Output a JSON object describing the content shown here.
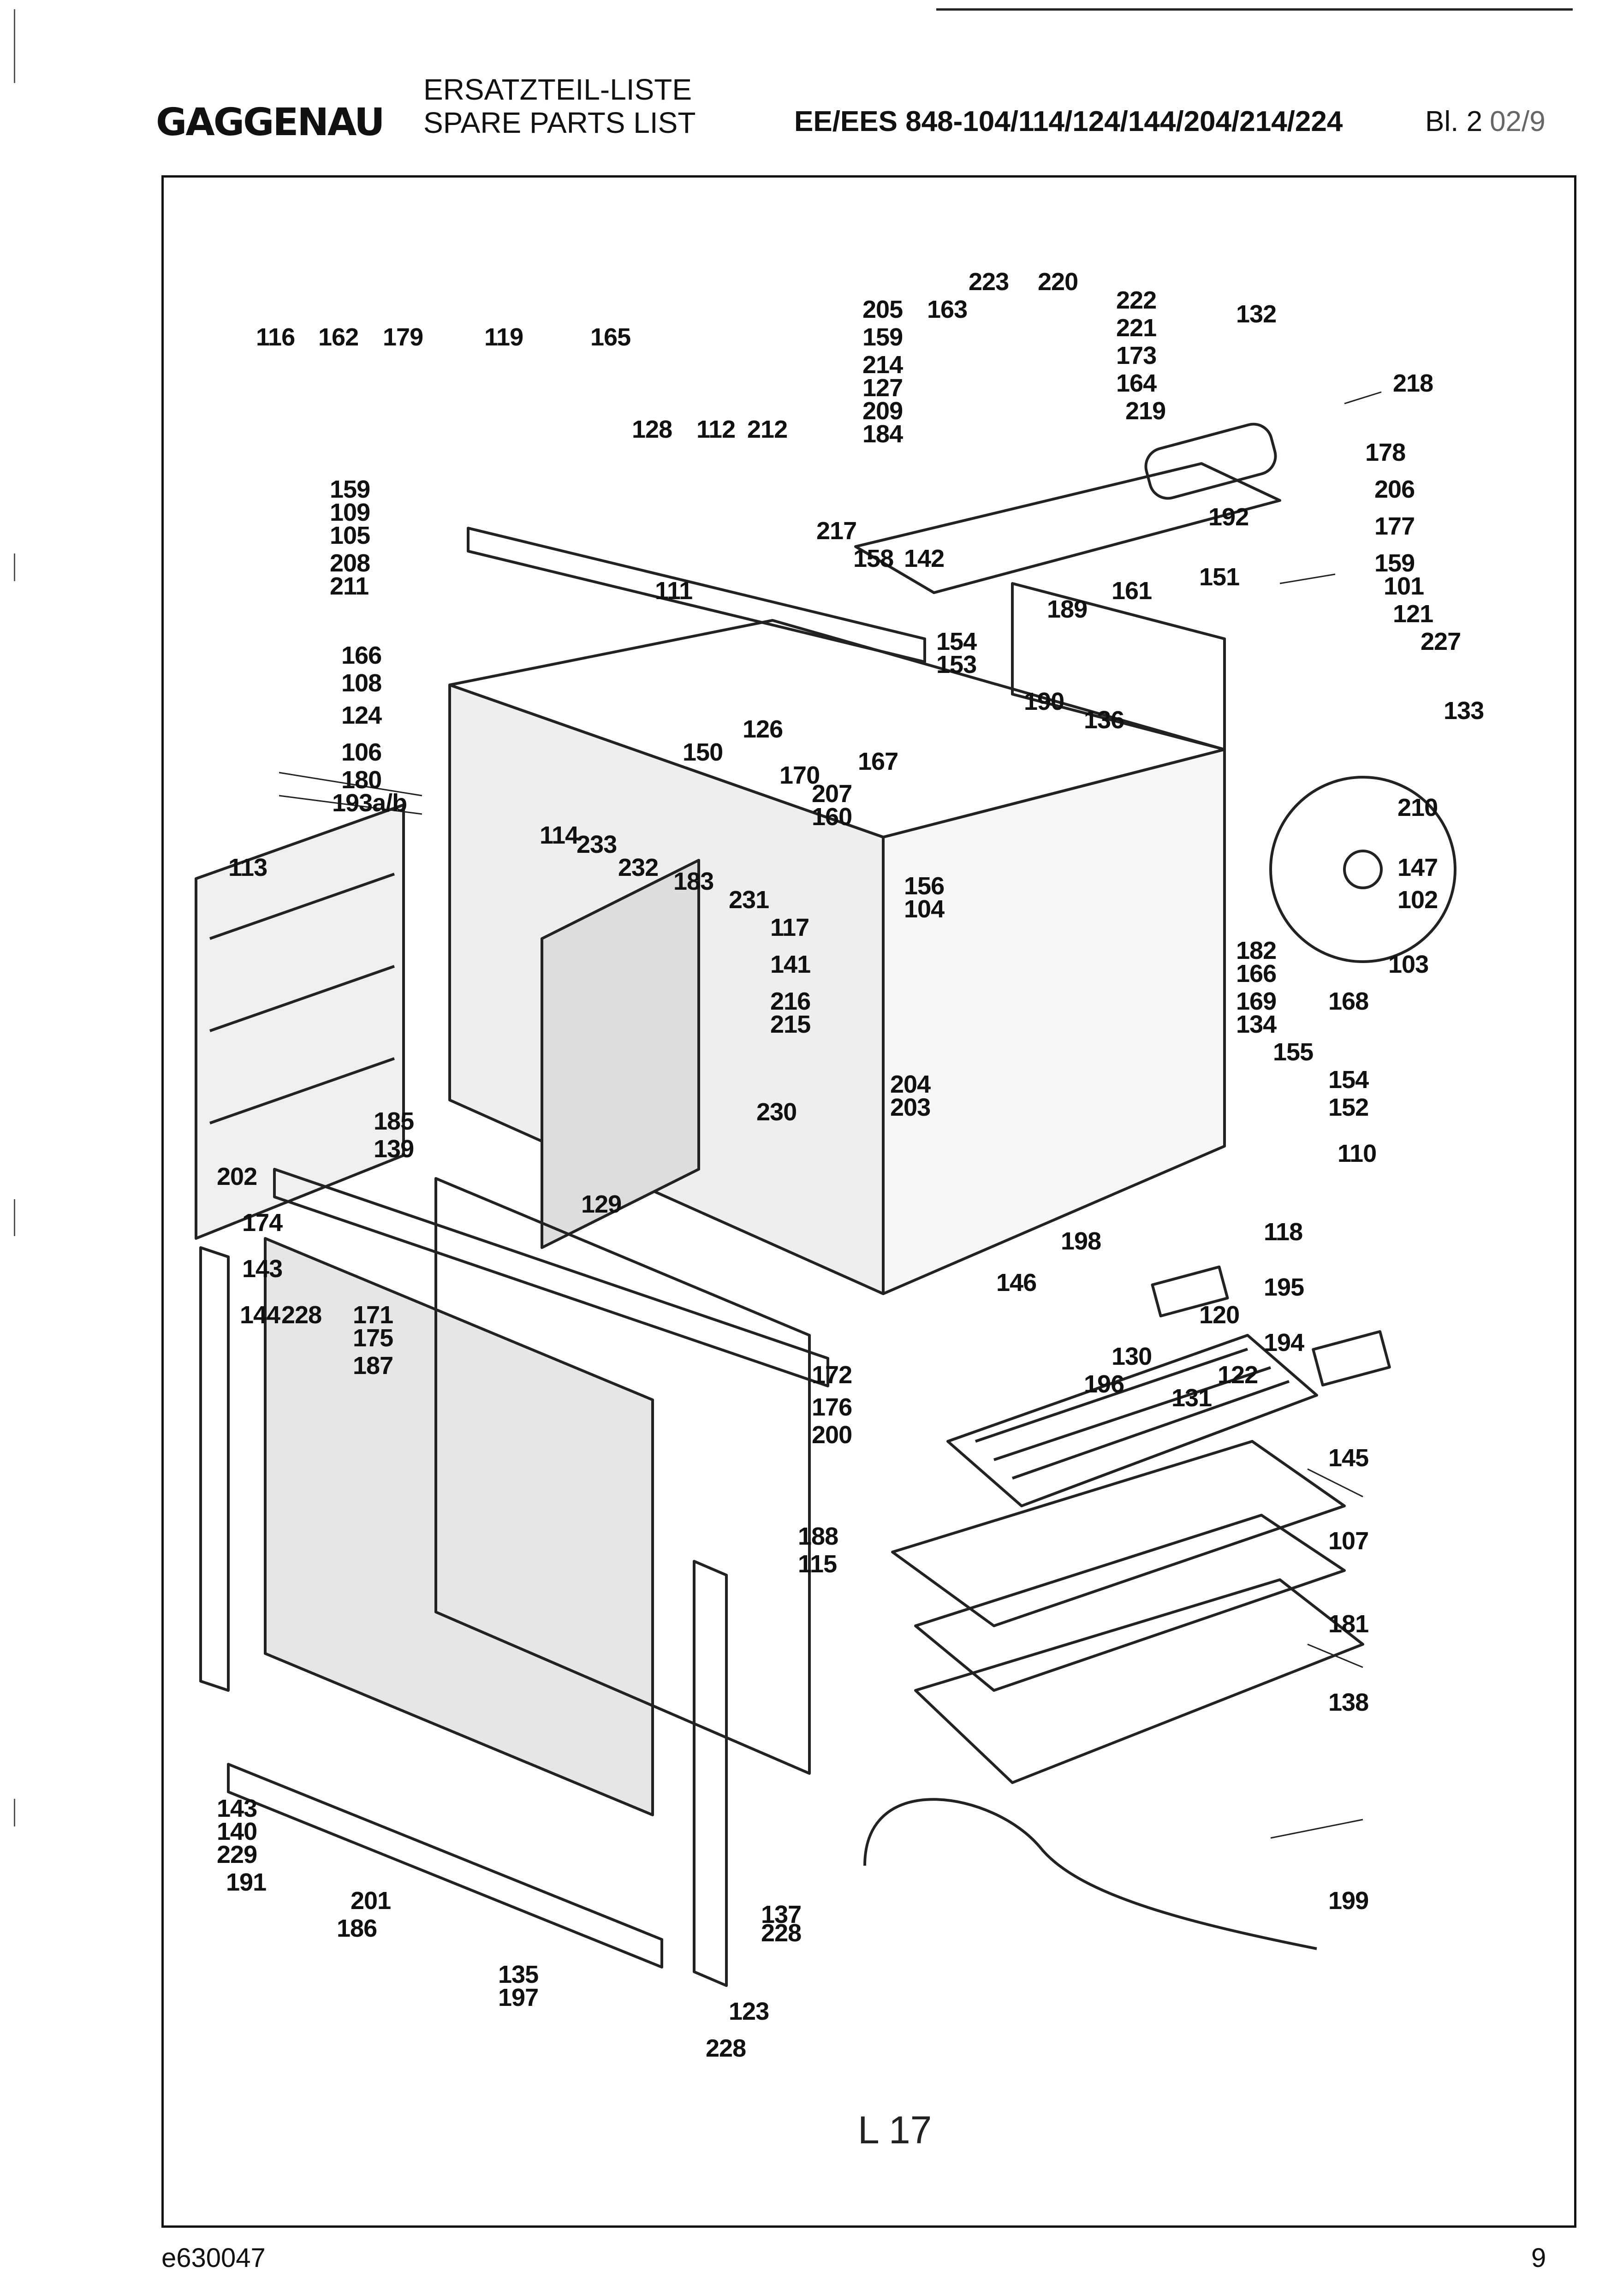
{
  "header": {
    "brand": "GAGGENAU",
    "doc_type_de": "ERSATZTEIL-LISTE",
    "doc_type_en": "SPARE PARTS LIST",
    "model": "EE/EES 848-104/114/124/144/204/214/224",
    "sheet": "Bl. 2",
    "date": "02/9"
  },
  "diagram": {
    "part_labels": [
      "116",
      "162",
      "179",
      "119",
      "165",
      "128",
      "112",
      "212",
      "205",
      "163",
      "159",
      "214",
      "127",
      "209",
      "184",
      "223",
      "220",
      "222",
      "221",
      "173",
      "164",
      "219",
      "132",
      "218",
      "178",
      "206",
      "177",
      "192",
      "159",
      "101",
      "121",
      "227",
      "133",
      "210",
      "147",
      "102",
      "103",
      "168",
      "182",
      "166",
      "169",
      "134",
      "155",
      "154",
      "152",
      "110",
      "118",
      "195",
      "120",
      "194",
      "130",
      "122",
      "196",
      "131",
      "145",
      "107",
      "181",
      "138",
      "199",
      "159",
      "109",
      "105",
      "208",
      "211",
      "111",
      "217",
      "158",
      "142",
      "189",
      "161",
      "151",
      "154",
      "153",
      "190",
      "136",
      "166",
      "108",
      "124",
      "106",
      "180",
      "193a/b",
      "150",
      "126",
      "170",
      "167",
      "207",
      "160",
      "113",
      "114",
      "233",
      "232",
      "183",
      "231",
      "156",
      "104",
      "117",
      "141",
      "216",
      "215",
      "204",
      "203",
      "230",
      "185",
      "139",
      "202",
      "174",
      "129",
      "143",
      "198",
      "146",
      "144",
      "228",
      "171",
      "175",
      "187",
      "172",
      "176",
      "200",
      "188",
      "115",
      "143",
      "140",
      "229",
      "191",
      "201",
      "186",
      "137",
      "228",
      "135",
      "197",
      "123",
      "228"
    ],
    "sheet_marker": "L 17"
  },
  "footer": {
    "doc_number": "e630047",
    "page_number": "9"
  }
}
